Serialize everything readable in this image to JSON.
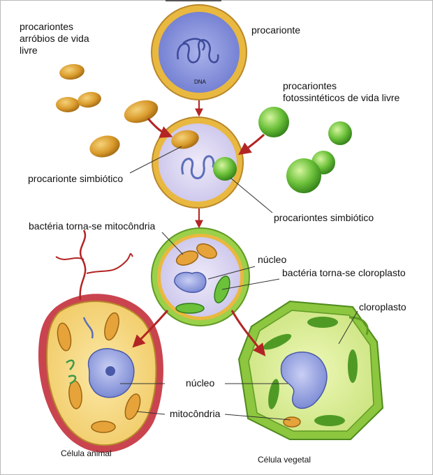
{
  "labels": {
    "free_living_aerobic": "procariontes\narróbios de vida\nlivre",
    "prokaryote": "procarionte",
    "dna": "DNA",
    "free_living_photosynthetic": "procariontes\nfotossintéticos de vida livre",
    "symbiotic_prokaryote": "procarionte simbiótico",
    "symbiotic_prokaryotes": "procariontes simbiótico",
    "bacteria_to_mitochondria": "bactéria torna-se mitocôndria",
    "nucleus_small": "núcleo",
    "bacteria_to_chloroplast": "bactéria torna-se cloroplasto",
    "chloroplast": "cloroplasto",
    "nucleus": "núcleo",
    "mitochondria": "mitocôndria",
    "animal_cell": "Célula animal",
    "plant_cell": "Célula vegetal"
  },
  "colors": {
    "cell_wall_gold": "#e9b840",
    "cytoplasm_lilac": "#d9d4ef",
    "nucleus_blue": "#7f8fd6",
    "aerobic_orange": "#d99a2b",
    "photosynthetic_green": "#6cc13a",
    "arrow_red": "#b32424",
    "animal_membrane": "#c9444f",
    "plant_wall_green": "#8dc63f"
  }
}
